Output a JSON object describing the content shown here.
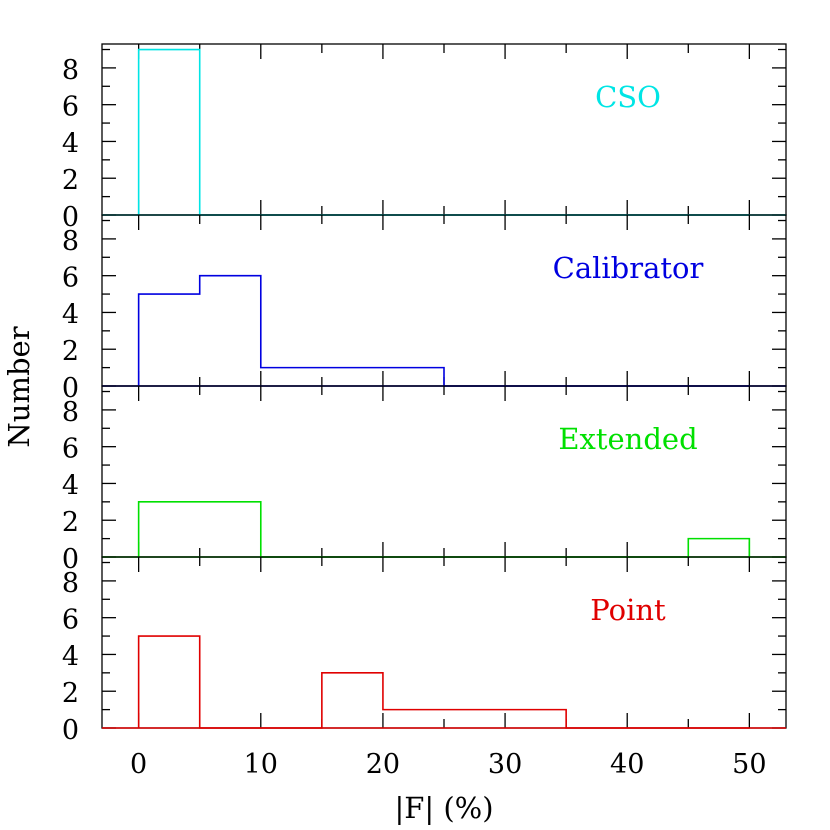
{
  "chart_data": {
    "type": "bar",
    "xlabel": "|F| (%)",
    "ylabel": "Number",
    "xlim": [
      -3,
      53
    ],
    "ylim": [
      0,
      9.3
    ],
    "x_ticks": [
      0,
      10,
      20,
      30,
      40,
      50
    ],
    "y_ticks": [
      0,
      2,
      4,
      6,
      8
    ],
    "bin_edges": [
      0,
      5,
      10,
      15,
      20,
      25,
      30,
      35,
      40,
      45,
      50
    ],
    "panels": [
      {
        "label": "CSO",
        "color": "#00e5e5",
        "values": [
          9,
          0,
          0,
          0,
          0,
          0,
          0,
          0,
          0,
          0
        ]
      },
      {
        "label": "Calibrator",
        "color": "#0000e0",
        "values": [
          5,
          6,
          1,
          1,
          1,
          0,
          0,
          0,
          0,
          0
        ]
      },
      {
        "label": "Extended",
        "color": "#00e000",
        "values": [
          3,
          3,
          0,
          0,
          0,
          0,
          0,
          0,
          0,
          1
        ]
      },
      {
        "label": "Point",
        "color": "#e00000",
        "values": [
          5,
          0,
          0,
          3,
          1,
          1,
          1,
          0,
          0,
          0
        ]
      }
    ]
  }
}
